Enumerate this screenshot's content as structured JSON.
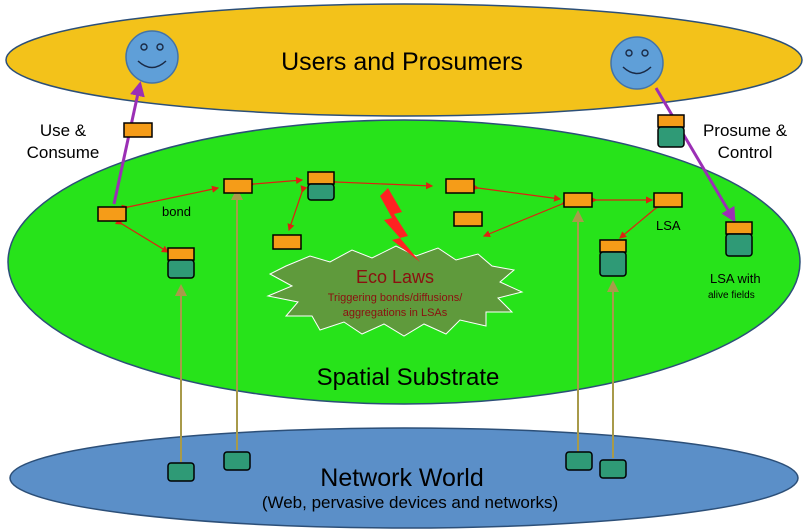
{
  "layers": {
    "top": {
      "title": "Users and Prosumers"
    },
    "middle": {
      "title": "Spatial Substrate"
    },
    "bottom": {
      "title": "Network World",
      "subtitle": "(Web, pervasive devices and networks)"
    }
  },
  "labels": {
    "use_consume_1": "Use &",
    "use_consume_2": "Consume",
    "prosume_control_1": "Prosume &",
    "prosume_control_2": "Control",
    "bond": "bond",
    "lsa": "LSA",
    "lsa_alive_1": "LSA with",
    "lsa_alive_2": "alive fields"
  },
  "eco_laws": {
    "title": "Eco Laws",
    "line1": "Triggering bonds/diffusions/",
    "line2": "aggregations in LSAs"
  },
  "colors": {
    "top_layer": "#f3c21a",
    "middle_layer": "#27e31a",
    "bottom_layer": "#5b8fc8",
    "user_face": "#5f9fd8",
    "lsa_box": "#f59c18",
    "device_box": "#2f9a76",
    "eco_burst": "#5f9a3c",
    "eco_text": "#8b1010",
    "lightning": "#ff2222",
    "bond_arrow": "#dd2211",
    "user_link": "#9b2fb5",
    "device_link": "#a89a4a"
  },
  "icons": [
    "smiley-user-icon",
    "lightning-icon",
    "lsa-box-icon",
    "device-stack-icon"
  ]
}
